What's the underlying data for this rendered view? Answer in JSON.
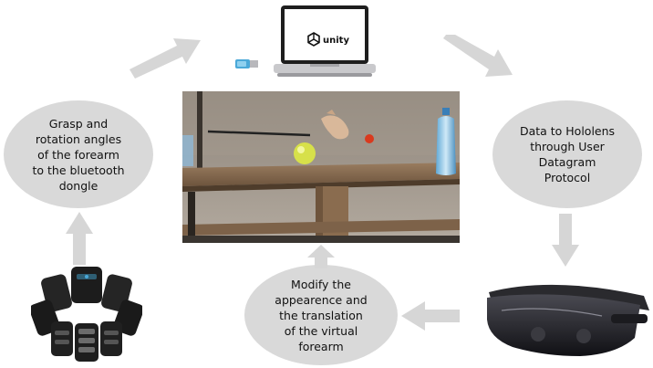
{
  "colors": {
    "ellipse_fill": "#d9d9d9",
    "arrow_fill": "#d6d6d6",
    "laptop_body": "#c9c9cc",
    "laptop_screen": "#ffffff",
    "dongle_blue": "#4aa8d8",
    "armband_dark": "#1c1c1c",
    "headset_dark": "#2a2a2e"
  },
  "nodes": {
    "grasp": "Grasp and\nrotation angles\nof the forearm\nto the bluetooth\ndongle",
    "hololens": "Data to Hololens\nthrough User\nDatagram\nProtocol",
    "modify": "Modify the\nappearence and\nthe translation\nof the virtual\nforearm"
  },
  "laptop": {
    "screen_text": "unity"
  },
  "icons": {
    "laptop": "laptop-icon",
    "dongle": "usb-dongle-icon",
    "armband": "myo-armband-icon",
    "headset": "hololens-headset-icon",
    "scene": "virtual-scene-image"
  }
}
